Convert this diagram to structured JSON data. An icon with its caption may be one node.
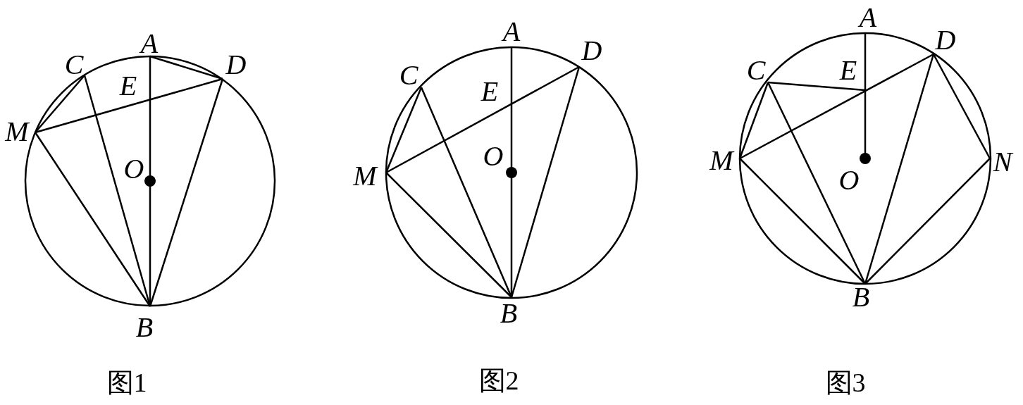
{
  "diagram": {
    "labels": [
      "A",
      "C",
      "D",
      "E",
      "M",
      "O",
      "B",
      "图1",
      "A",
      "C",
      "D",
      "E",
      "O",
      "M",
      "B",
      "图2",
      "A",
      "D",
      "C",
      "E",
      "M",
      "O",
      "N",
      "B",
      "图3"
    ]
  }
}
